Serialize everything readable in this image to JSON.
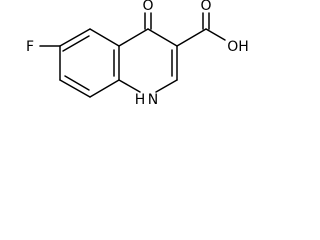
{
  "structure": {
    "atom_labels": {
      "fluorine": "F",
      "ketone_oxygen": "O",
      "acid_group": "OH",
      "ring_nitrogen": "H",
      "ring_nitrogen_symbol": "N"
    }
  }
}
